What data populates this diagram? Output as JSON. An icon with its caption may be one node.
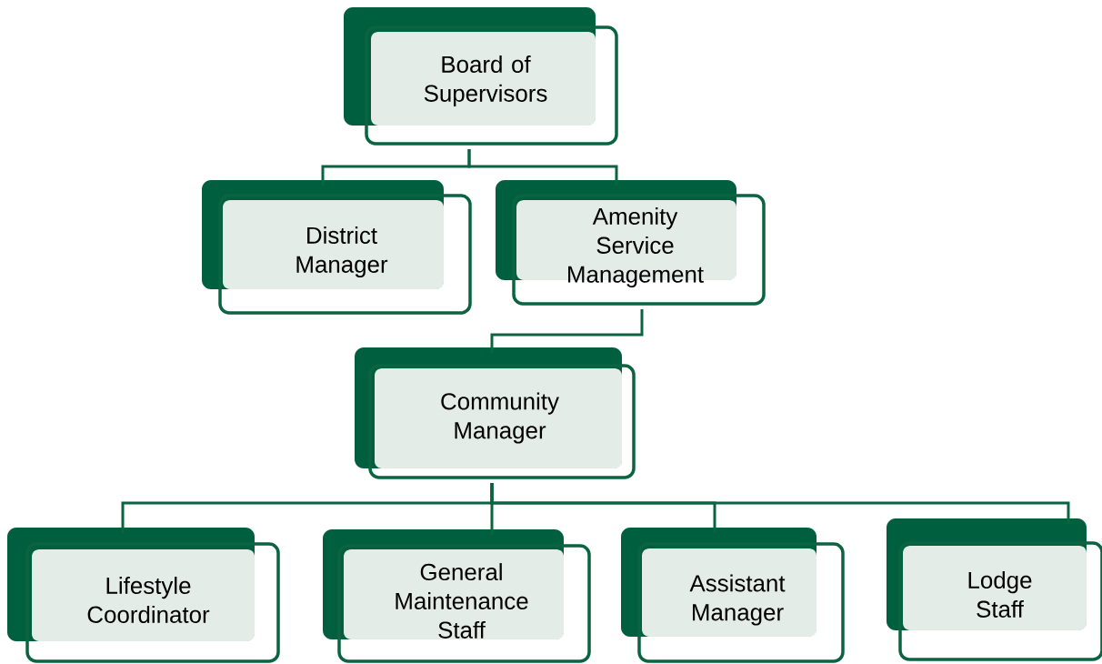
{
  "diagram": {
    "nodes": [
      {
        "text": [
          "Board of Supervisors"
        ]
      },
      {
        "text": [
          "District Manager"
        ]
      },
      {
        "text": [
          "Amenity Service Management"
        ]
      },
      {
        "text": [
          "Community Manager"
        ]
      },
      {
        "text": [
          "Lifestyle Coordinator"
        ]
      },
      {
        "text": [
          "General Maintenance Staff"
        ]
      },
      {
        "text": [
          "Assistant Manager"
        ]
      },
      {
        "text": [
          "Lodge Staff"
        ]
      }
    ],
    "edges": [
      {
        "from": 0,
        "to": 1,
        "arrow": "none"
      },
      {
        "from": 0,
        "to": 2,
        "arrow": "none"
      },
      {
        "from": 2,
        "to": 3,
        "arrow": "none"
      },
      {
        "from": 3,
        "to": 4,
        "arrow": "none"
      },
      {
        "from": 3,
        "to": 5,
        "arrow": "none"
      },
      {
        "from": 3,
        "to": 6,
        "arrow": "none"
      },
      {
        "from": 3,
        "to": 7,
        "arrow": "none"
      }
    ]
  }
}
